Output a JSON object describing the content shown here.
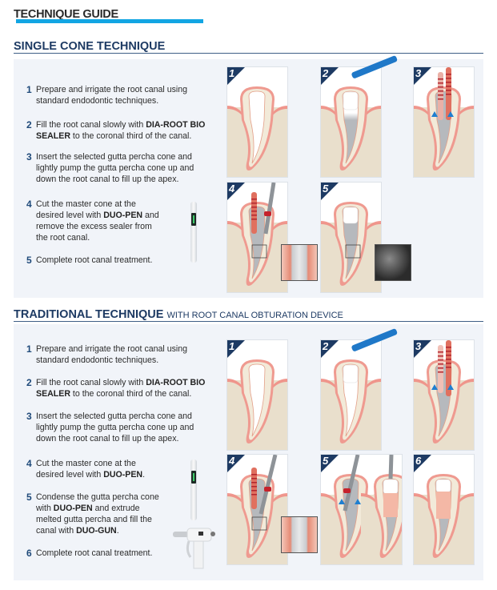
{
  "guide_title": "TECHNIQUE GUIDE",
  "colors": {
    "accent_bar": "#12a5e3",
    "heading": "#1d3a63",
    "box_bg": "#f1f4f9"
  },
  "sections": [
    {
      "title": "SINGLE CONE TECHNIQUE",
      "subtitle": "",
      "steps": [
        {
          "num": "1",
          "lines": [
            [
              {
                "t": "Prepare and irrigate the root canal using"
              }
            ],
            [
              {
                "t": "standard endodontic techniques."
              }
            ]
          ]
        },
        {
          "num": "2",
          "lines": [
            [
              {
                "t": "Fill the root canal slowly with "
              },
              {
                "t": "DIA-ROOT BIO",
                "b": true
              }
            ],
            [
              {
                "t": "SEALER",
                "b": true
              },
              {
                "t": " to the coronal third of the canal."
              }
            ]
          ]
        },
        {
          "num": "3",
          "lines": [
            [
              {
                "t": "Insert the selected gutta percha cone and"
              }
            ],
            [
              {
                "t": "lightly pump the gutta percha cone up and"
              }
            ],
            [
              {
                "t": "down the root canal to fill up the apex."
              }
            ]
          ]
        },
        {
          "num": "4",
          "lines": [
            [
              {
                "t": "Cut the master cone at the"
              }
            ],
            [
              {
                "t": "desired level with "
              },
              {
                "t": "DUO-PEN",
                "b": true
              },
              {
                "t": " and"
              }
            ],
            [
              {
                "t": "remove the excess sealer from"
              }
            ],
            [
              {
                "t": "the root canal."
              }
            ]
          ]
        },
        {
          "num": "5",
          "lines": [
            [
              {
                "t": "Complete root canal treatment."
              }
            ]
          ]
        }
      ],
      "panels": [
        "1",
        "2",
        "3",
        "4",
        "5"
      ]
    },
    {
      "title": "TRADITIONAL TECHNIQUE",
      "subtitle": "WITH ROOT CANAL OBTURATION DEVICE",
      "steps": [
        {
          "num": "1",
          "lines": [
            [
              {
                "t": "Prepare and irrigate the root canal using"
              }
            ],
            [
              {
                "t": "standard endodontic techniques."
              }
            ]
          ]
        },
        {
          "num": "2",
          "lines": [
            [
              {
                "t": "Fill the root canal slowly with "
              },
              {
                "t": "DIA-ROOT BIO",
                "b": true
              }
            ],
            [
              {
                "t": "SEALER",
                "b": true
              },
              {
                "t": " to the coronal third of the canal."
              }
            ]
          ]
        },
        {
          "num": "3",
          "lines": [
            [
              {
                "t": "Insert the selected gutta percha cone and"
              }
            ],
            [
              {
                "t": "lightly pump the gutta percha cone up and"
              }
            ],
            [
              {
                "t": "down the root canal to fill up the apex."
              }
            ]
          ]
        },
        {
          "num": "4",
          "lines": [
            [
              {
                "t": "Cut the master cone at the"
              }
            ],
            [
              {
                "t": "desired level with "
              },
              {
                "t": "DUO-PEN",
                "b": true
              },
              {
                "t": "."
              }
            ]
          ]
        },
        {
          "num": "5",
          "lines": [
            [
              {
                "t": "Condense the gutta percha cone"
              }
            ],
            [
              {
                "t": "with "
              },
              {
                "t": "DUO-PEN",
                "b": true
              },
              {
                "t": " and extrude"
              }
            ],
            [
              {
                "t": "melted gutta percha and fill the"
              }
            ],
            [
              {
                "t": "canal with "
              },
              {
                "t": "DUO-GUN",
                "b": true
              },
              {
                "t": "."
              }
            ]
          ]
        },
        {
          "num": "6",
          "lines": [
            [
              {
                "t": "Complete root canal treatment."
              }
            ]
          ]
        }
      ],
      "panels": [
        "1",
        "2",
        "3",
        "4",
        "5",
        "6"
      ]
    }
  ]
}
